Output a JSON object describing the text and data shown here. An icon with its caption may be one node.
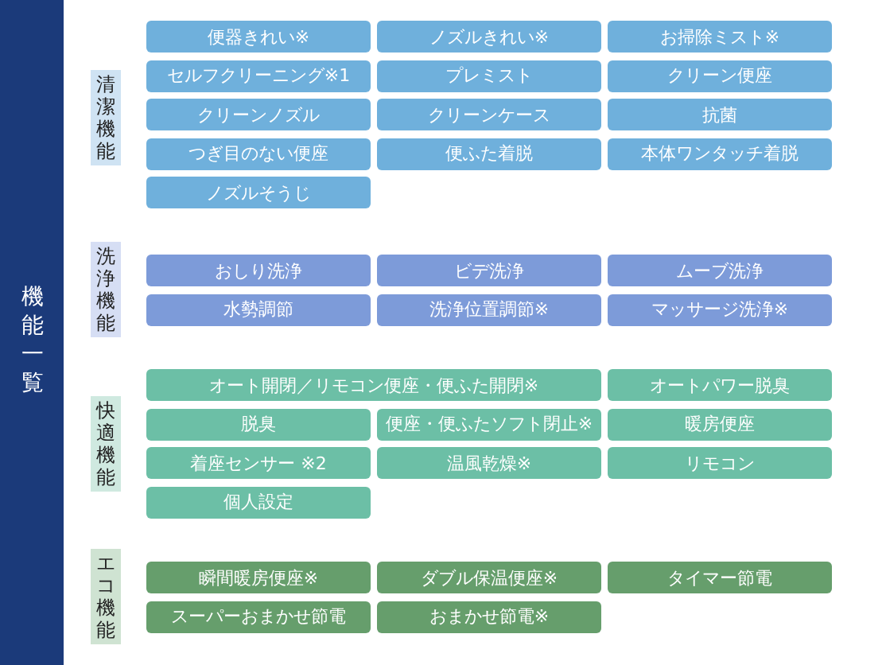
{
  "diagram": {
    "nodes": [
      {
        "text": [
          "機能一覧"
        ]
      },
      {
        "text": [
          "清潔機能"
        ]
      },
      {
        "text": [
          "便器きれい※"
        ]
      },
      {
        "text": [
          "ノズルきれい※"
        ]
      },
      {
        "text": [
          "お掃除ミスト※"
        ]
      },
      {
        "text": [
          "セルフクリーニング※1"
        ]
      },
      {
        "text": [
          "プレミスト"
        ]
      },
      {
        "text": [
          "クリーン便座"
        ]
      },
      {
        "text": [
          "クリーンノズル"
        ]
      },
      {
        "text": [
          "クリーンケース"
        ]
      },
      {
        "text": [
          "抗菌"
        ]
      },
      {
        "text": [
          "つぎ目のない便座"
        ]
      },
      {
        "text": [
          "便ふた着脱"
        ]
      },
      {
        "text": [
          "本体ワンタッチ着脱"
        ]
      },
      {
        "text": [
          "ノズルそうじ"
        ]
      },
      {
        "text": [
          "洗浄機能"
        ]
      },
      {
        "text": [
          "おしり洗浄"
        ]
      },
      {
        "text": [
          "ビデ洗浄"
        ]
      },
      {
        "text": [
          "ムーブ洗浄"
        ]
      },
      {
        "text": [
          "水勢調節"
        ]
      },
      {
        "text": [
          "洗浄位置調節※"
        ]
      },
      {
        "text": [
          "マッサージ洗浄※"
        ]
      },
      {
        "text": [
          "快適機能"
        ]
      },
      {
        "text": [
          "オート開閉／リモコン便座・便ふた開閉※"
        ]
      },
      {
        "text": [
          "オートパワー脱臭"
        ]
      },
      {
        "text": [
          "脱臭"
        ]
      },
      {
        "text": [
          "便座・便ふたソフト閉止※"
        ]
      },
      {
        "text": [
          "暖房便座"
        ]
      },
      {
        "text": [
          "着座センサー ※2"
        ]
      },
      {
        "text": [
          "温風乾燥※"
        ]
      },
      {
        "text": [
          "リモコン"
        ]
      },
      {
        "text": [
          "個人設定"
        ]
      },
      {
        "text": [
          "エコ機能"
        ]
      },
      {
        "text": [
          "瞬間暖房便座※"
        ]
      },
      {
        "text": [
          "ダブル保温便座※"
        ]
      },
      {
        "text": [
          "タイマー節電"
        ]
      },
      {
        "text": [
          "スーパーおまかせ節電"
        ]
      },
      {
        "text": [
          "おまかせ節電※"
        ]
      }
    ]
  }
}
